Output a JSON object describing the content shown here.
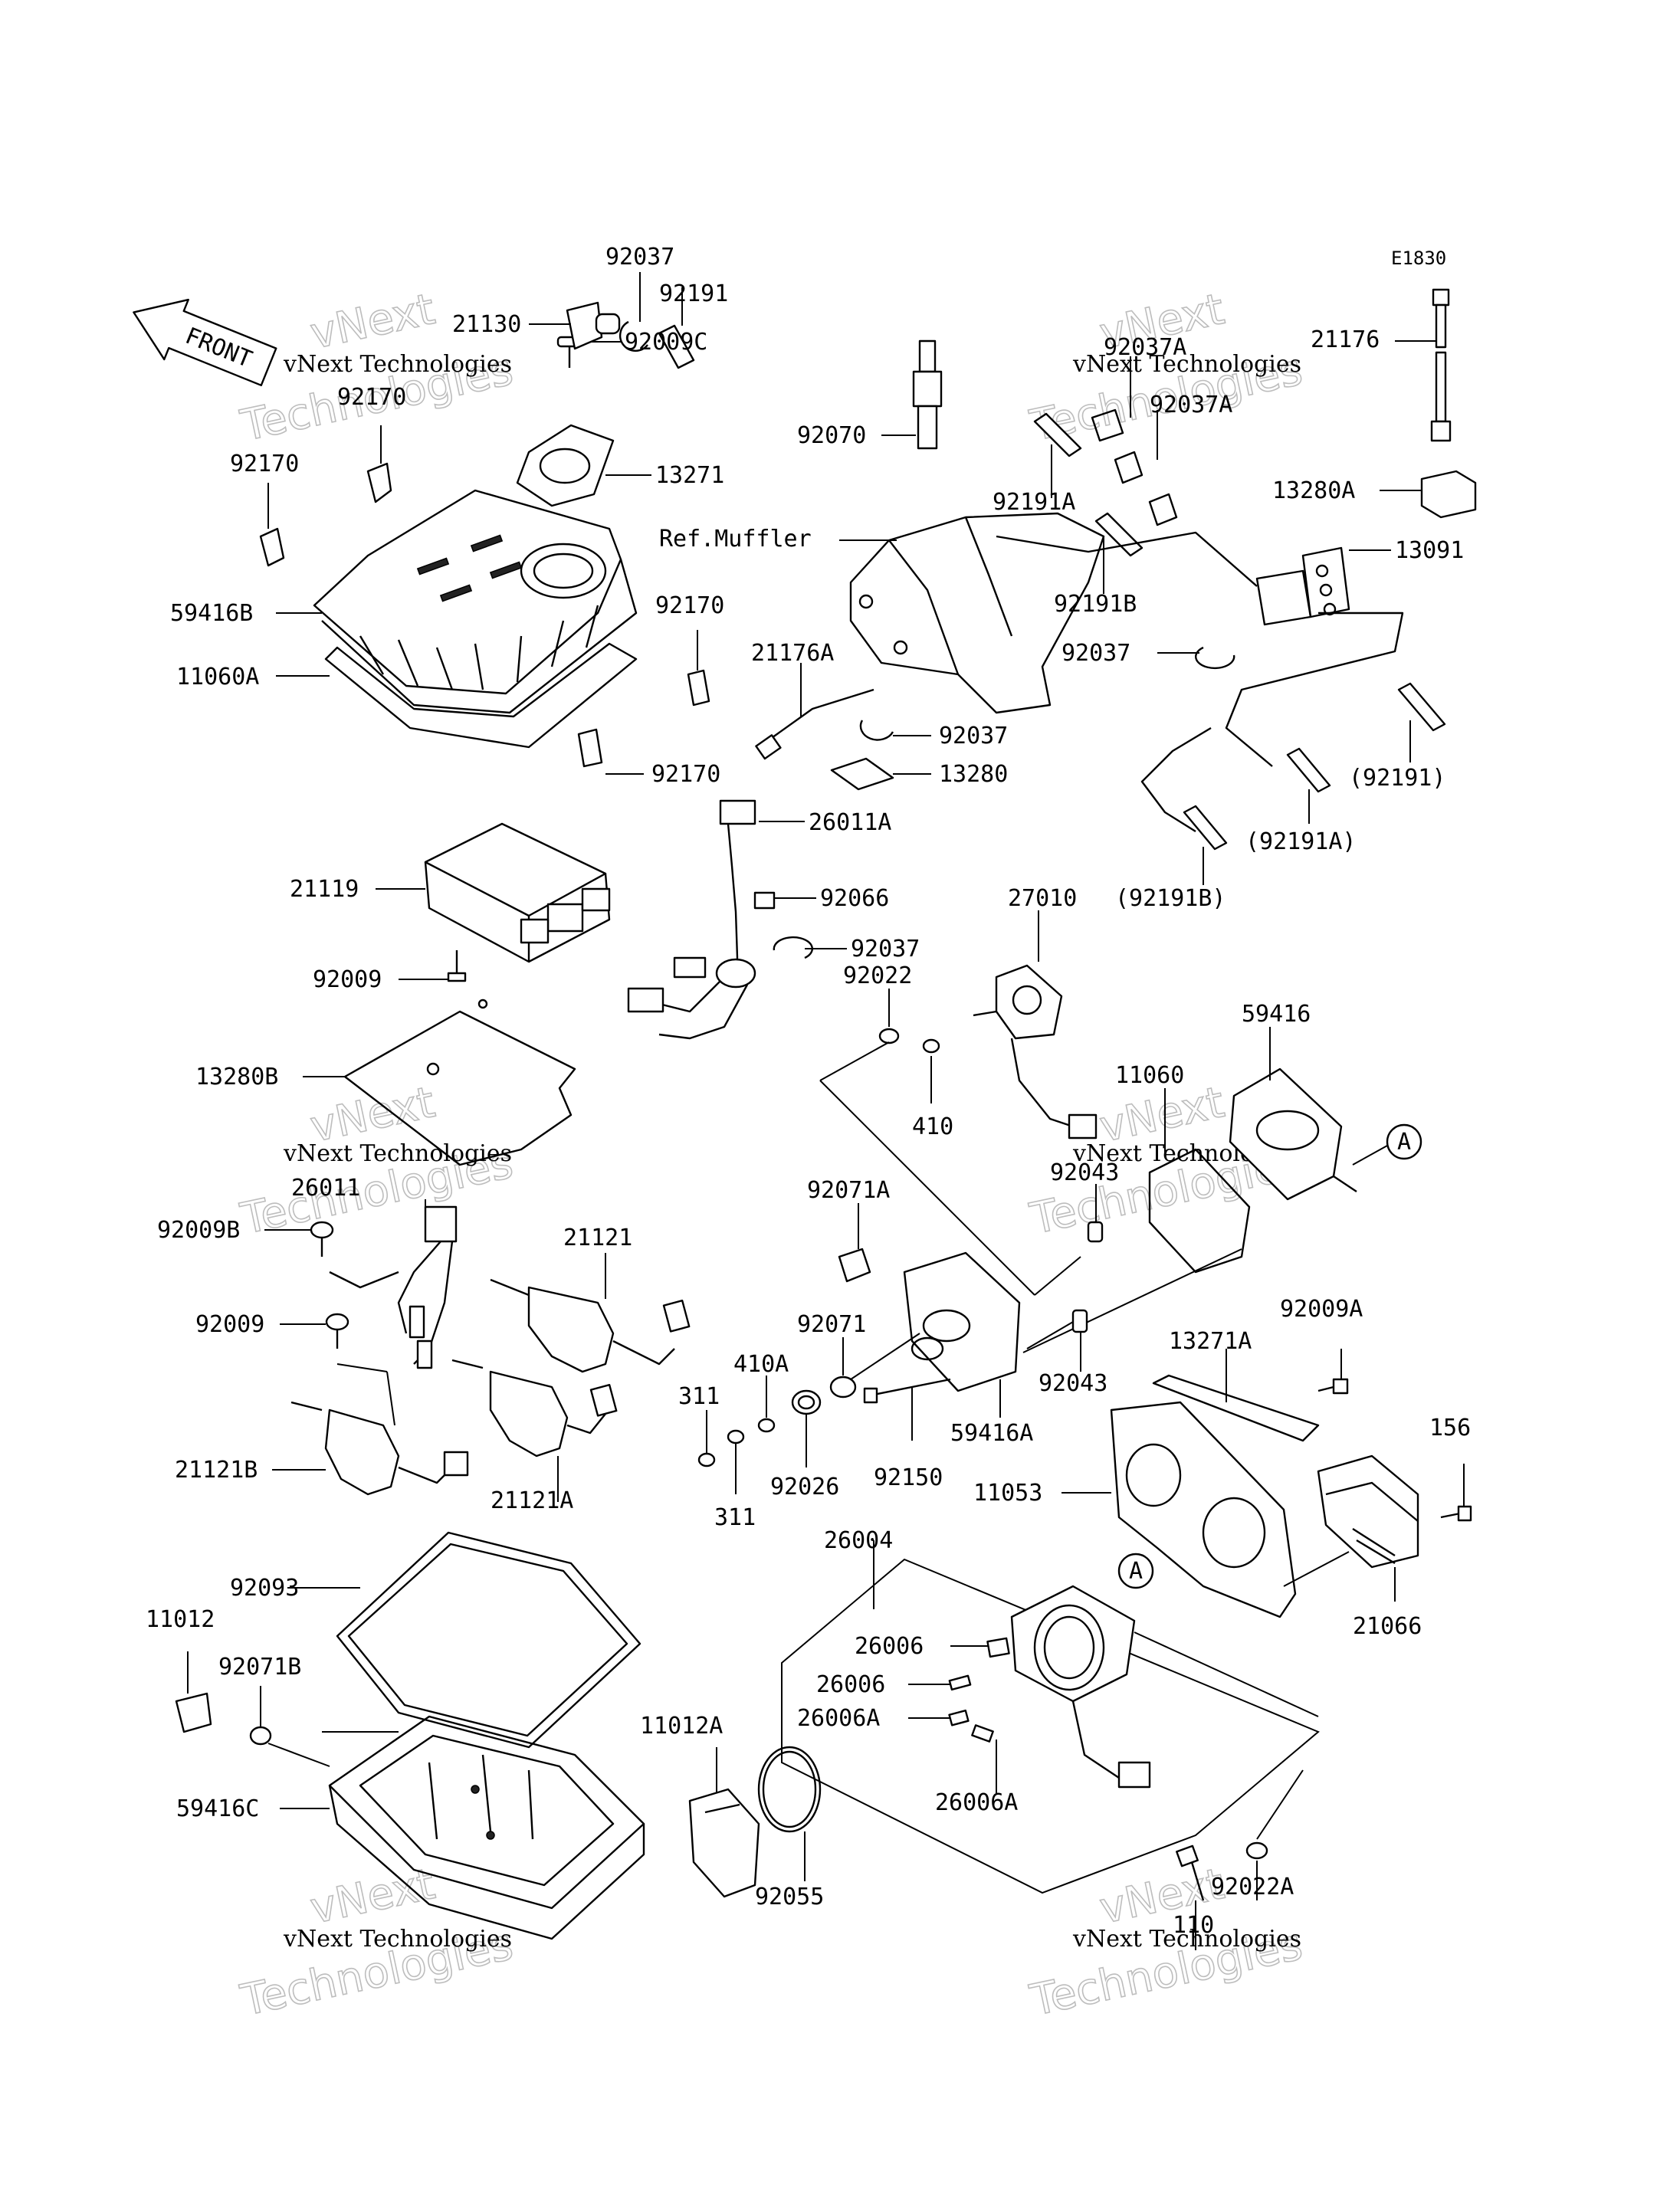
{
  "diagram_code": "E1830",
  "front_label": "FRONT",
  "watermark": {
    "company": "vNext Technologies",
    "line1": "vNext",
    "line2": "Technologies"
  },
  "ref_note": "Ref.Muffler",
  "callout_letter": "A",
  "labels": {
    "p92037_top": "92037",
    "p21130": "21130",
    "p92191_top": "92191",
    "p92037A_1": "92037A",
    "p92037A_2": "92037A",
    "p21176": "21176",
    "p92070": "92070",
    "p13280A": "13280A",
    "p92191A_top": "92191A",
    "p13091": "13091",
    "p92191B_top": "92191B",
    "p92037_mid": "92037",
    "p21176A": "21176A",
    "p92037_lower": "92037",
    "p13280": "13280",
    "p92191_paren": "(92191)",
    "p92191A_paren": "(92191A)",
    "p92191B_paren": "(92191B)",
    "p92009C": "92009C",
    "p92170_a": "92170",
    "p92170_b": "92170",
    "p13271": "13271",
    "p92170_c": "92170",
    "p59416B": "59416B",
    "p11060A": "11060A",
    "p92170_d": "92170",
    "p26011A": "26011A",
    "p21119": "21119",
    "p92066": "92066",
    "p27010": "27010",
    "p92037_low2": "92037",
    "p92009": "92009",
    "p92022": "92022",
    "p59416": "59416",
    "p410": "410",
    "p11060": "11060",
    "p13280B": "13280B",
    "p92043_a": "92043",
    "p26011": "26011",
    "p92009B": "92009B",
    "p92071A": "92071A",
    "p21121": "21121",
    "p92009_b": "92009",
    "p92071": "92071",
    "p410A": "410A",
    "p92009A": "92009A",
    "p13271A": "13271A",
    "p92043_b": "92043",
    "p311_a": "311",
    "p156": "156",
    "p59416A": "59416A",
    "p21121B": "21121B",
    "p92150": "92150",
    "p92026": "92026",
    "p11053": "11053",
    "p311_b": "311",
    "p21121A": "21121A",
    "p26004": "26004",
    "p92093": "92093",
    "p21066": "21066",
    "p11012": "11012",
    "p26006_a": "26006",
    "p92071B": "92071B",
    "p26006_b": "26006",
    "p26006A_a": "26006A",
    "p11012A": "11012A",
    "p59416C": "59416C",
    "p26006A_b": "26006A",
    "p92055": "92055",
    "p92022A": "92022A",
    "p110": "110"
  }
}
